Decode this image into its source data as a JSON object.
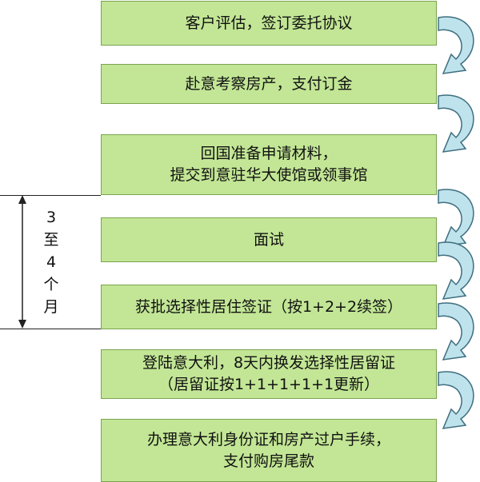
{
  "steps": [
    {
      "line1": "客户评估，签订委托协议",
      "line2": ""
    },
    {
      "line1": "赴意考察房产，支付订金",
      "line2": ""
    },
    {
      "line1": "回国准备申请材料，",
      "line2": "提交到意驻华大使馆或领事馆"
    },
    {
      "line1": "面试",
      "line2": ""
    },
    {
      "line1": "获批选择性居住签证（按1+2+2续签）",
      "line2": ""
    },
    {
      "line1": "登陆意大利，8天内换发选择性居留证",
      "line2": "（居留证按1+1+1+1+1更新）"
    },
    {
      "line1": "办理意大利身份证和房产过户手续，",
      "line2": "支付购房尾款"
    }
  ],
  "duration": {
    "chars": [
      "3",
      "至",
      "4",
      "个",
      "月"
    ]
  },
  "colors": {
    "step_fill": "#c2e695",
    "step_border": "#7aa34f",
    "arrow_fill": "#bfe3ec",
    "arrow_stroke": "#3f6f80"
  },
  "icons": {
    "turn_arrow": "curved-turn-arrow-icon"
  }
}
